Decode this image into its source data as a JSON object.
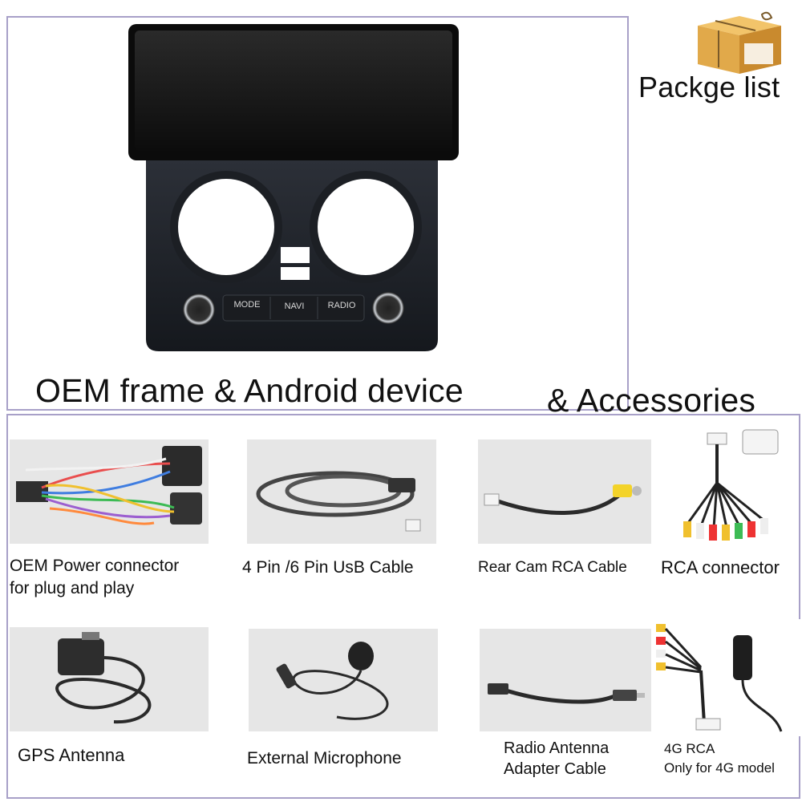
{
  "header": {
    "package_title": "Packge list",
    "main_caption": "OEM frame & Android device",
    "accessories_caption": "& Accessories"
  },
  "device": {
    "buttons": [
      "MODE",
      "NAVI",
      "RADIO"
    ]
  },
  "accessories": [
    {
      "id": "oem-power",
      "lines": [
        "OEM Power connector",
        "for plug and play"
      ]
    },
    {
      "id": "usb-cable",
      "lines": [
        "4 Pin /6 Pin UsB Cable"
      ]
    },
    {
      "id": "rear-cam",
      "lines": [
        "Rear Cam RCA Cable"
      ]
    },
    {
      "id": "rca-connector",
      "lines": [
        "RCA connector"
      ]
    },
    {
      "id": "gps-antenna",
      "lines": [
        "GPS Antenna"
      ]
    },
    {
      "id": "microphone",
      "lines": [
        "External Microphone"
      ]
    },
    {
      "id": "radio-antenna",
      "lines": [
        "Radio Antenna",
        "Adapter Cable"
      ]
    },
    {
      "id": "4g-rca",
      "lines": [
        "4G RCA",
        "Only for 4G model"
      ]
    }
  ]
}
